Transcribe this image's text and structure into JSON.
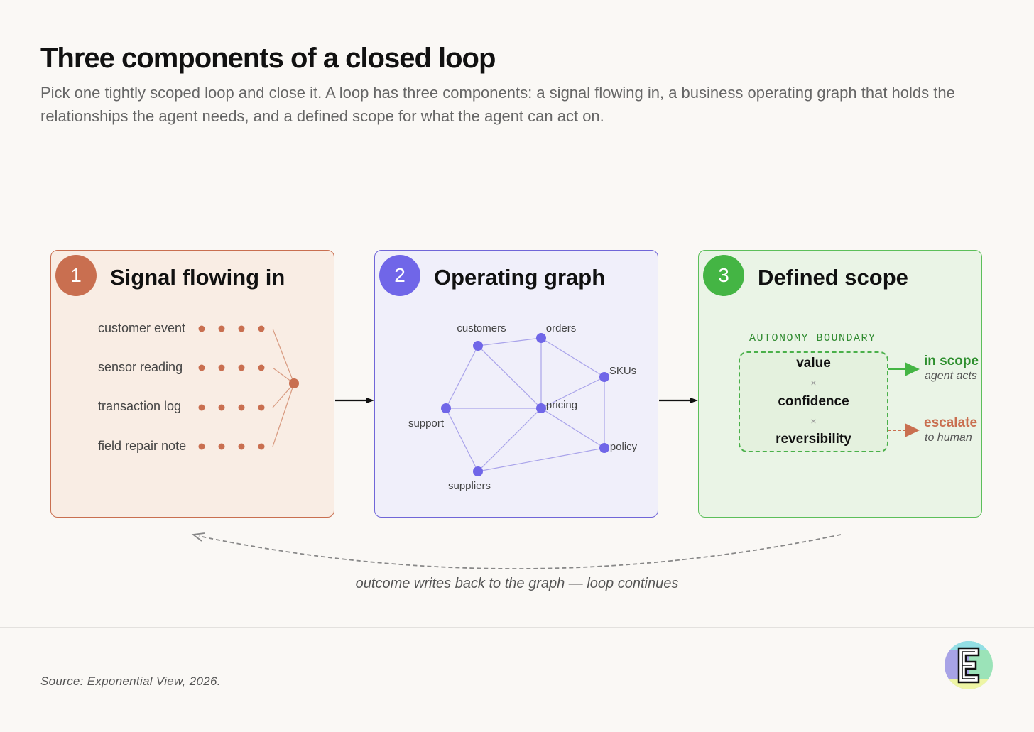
{
  "header": {
    "title": "Three components of a closed loop",
    "subtitle": "Pick one tightly scoped loop and close it. A loop has three components: a signal flowing in, a business operating graph that holds the relationships the agent needs, and a defined scope for what the agent can act on."
  },
  "components": [
    {
      "number": "1",
      "title": "Signal flowing in"
    },
    {
      "number": "2",
      "title": "Operating graph"
    },
    {
      "number": "3",
      "title": "Defined scope"
    }
  ],
  "signals": [
    "customer event",
    "sensor reading",
    "transaction log",
    "field repair note"
  ],
  "graph": {
    "nodes": [
      "customers",
      "orders",
      "SKUs",
      "pricing",
      "support",
      "policy",
      "suppliers"
    ],
    "edges": [
      [
        "customers",
        "orders"
      ],
      [
        "customers",
        "support"
      ],
      [
        "customers",
        "pricing"
      ],
      [
        "orders",
        "pricing"
      ],
      [
        "orders",
        "SKUs"
      ],
      [
        "SKUs",
        "pricing"
      ],
      [
        "SKUs",
        "policy"
      ],
      [
        "pricing",
        "support"
      ],
      [
        "pricing",
        "policy"
      ],
      [
        "pricing",
        "suppliers"
      ],
      [
        "support",
        "suppliers"
      ],
      [
        "suppliers",
        "policy"
      ]
    ]
  },
  "scope": {
    "boundary_label": "AUTONOMY BOUNDARY",
    "factors": [
      "value",
      "confidence",
      "reversibility"
    ],
    "operator": "×",
    "in_scope": {
      "title": "in scope",
      "subtitle": "agent acts"
    },
    "escalate": {
      "title": "escalate",
      "subtitle": "to human"
    }
  },
  "loop_caption": "outcome writes back to the graph — loop continues",
  "source": "Source: Exponential View, 2026.",
  "colors": {
    "signal": "#c96f50",
    "graph": "#7066e8",
    "scope": "#44b544",
    "escalate": "#c96f50"
  }
}
